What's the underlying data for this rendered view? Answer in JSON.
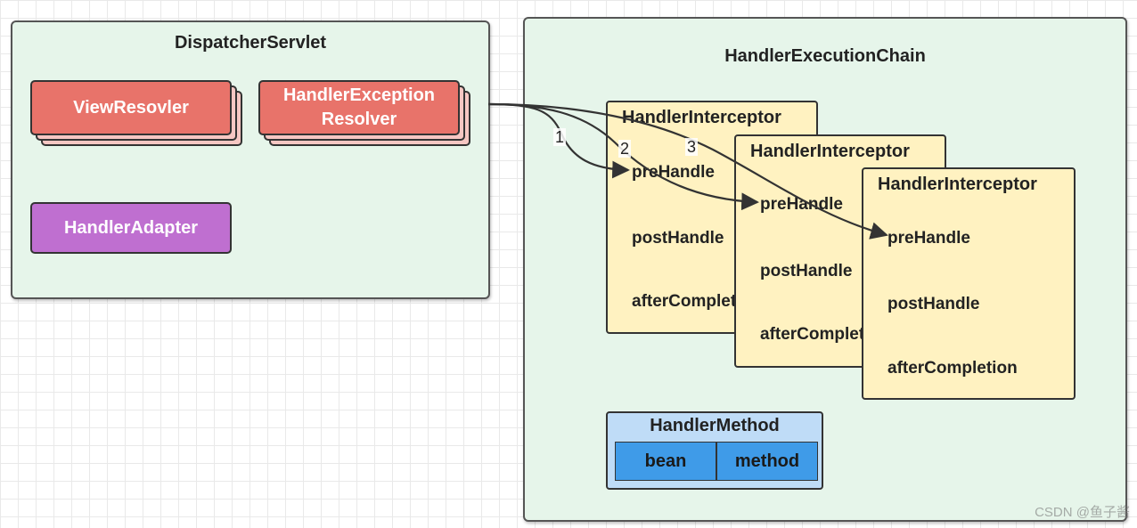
{
  "dispatcher": {
    "title": "DispatcherServlet",
    "view_resolver": "ViewResovler",
    "exception_resolver_line1": "HandlerException",
    "exception_resolver_line2": "Resolver",
    "handler_adapter": "HandlerAdapter"
  },
  "chain": {
    "title": "HandlerExecutionChain",
    "interceptors": [
      {
        "title": "HandlerInterceptor",
        "pre": "preHandle",
        "post": "postHandle",
        "after": "afterCompletion"
      },
      {
        "title": "HandlerInterceptor",
        "pre": "preHandle",
        "post": "postHandle",
        "after": "afterCompletion"
      },
      {
        "title": "HandlerInterceptor",
        "pre": "preHandle",
        "post": "postHandle",
        "after": "afterCompletion"
      }
    ],
    "handler_method": {
      "title": "HandlerMethod",
      "bean": "bean",
      "method": "method"
    }
  },
  "arrows": {
    "step1": "1",
    "step2": "2",
    "step3": "3"
  },
  "colors": {
    "container_bg": "#e6f5ea",
    "resolver_red": "#e8736a",
    "adapter_purple": "#bf6fd0",
    "interceptor_yellow": "#fff2c1",
    "handler_method_blue": "#bfdcf7",
    "cell_blue": "#3f9be8"
  },
  "watermark": "CSDN @鱼子酱"
}
